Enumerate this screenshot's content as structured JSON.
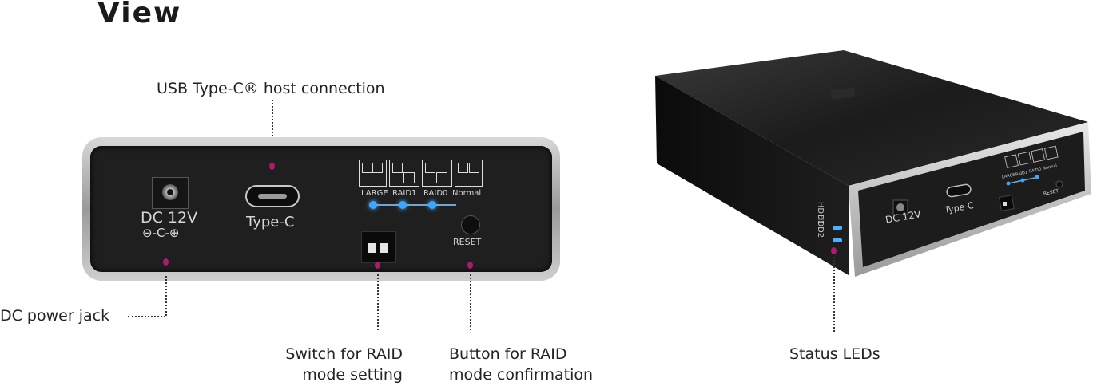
{
  "title": "View",
  "callouts": {
    "usb_host": "USB Type-C® host connection",
    "dc_jack": "DC power jack",
    "raid_switch_line1": "Switch for RAID",
    "raid_switch_line2": "mode setting",
    "raid_button_line1": "Button for RAID",
    "raid_button_line2": "mode confirmation",
    "status_leds": "Status LEDs"
  },
  "front_panel": {
    "dc_label": "DC 12V",
    "dc_polarity": "⊖-C-⊕",
    "typec_label": "Type-C",
    "modes": [
      "LARGE",
      "RAID1",
      "RAID0",
      "Normal"
    ],
    "reset_label": "RESET"
  },
  "enclosure": {
    "hdd_labels": [
      "HDD1",
      "HDD2"
    ],
    "dc_label": "DC 12V",
    "typec_label": "Type-C",
    "modes": [
      "LARGE",
      "RAID1",
      "RAID0",
      "Normal"
    ],
    "reset_label": "RESET"
  },
  "colors": {
    "pointer_dot": "#b01a6e",
    "led_blue": "#3fa6ff",
    "panel_black": "#1f1f1f",
    "frame_silver": "#c0c0c0"
  }
}
